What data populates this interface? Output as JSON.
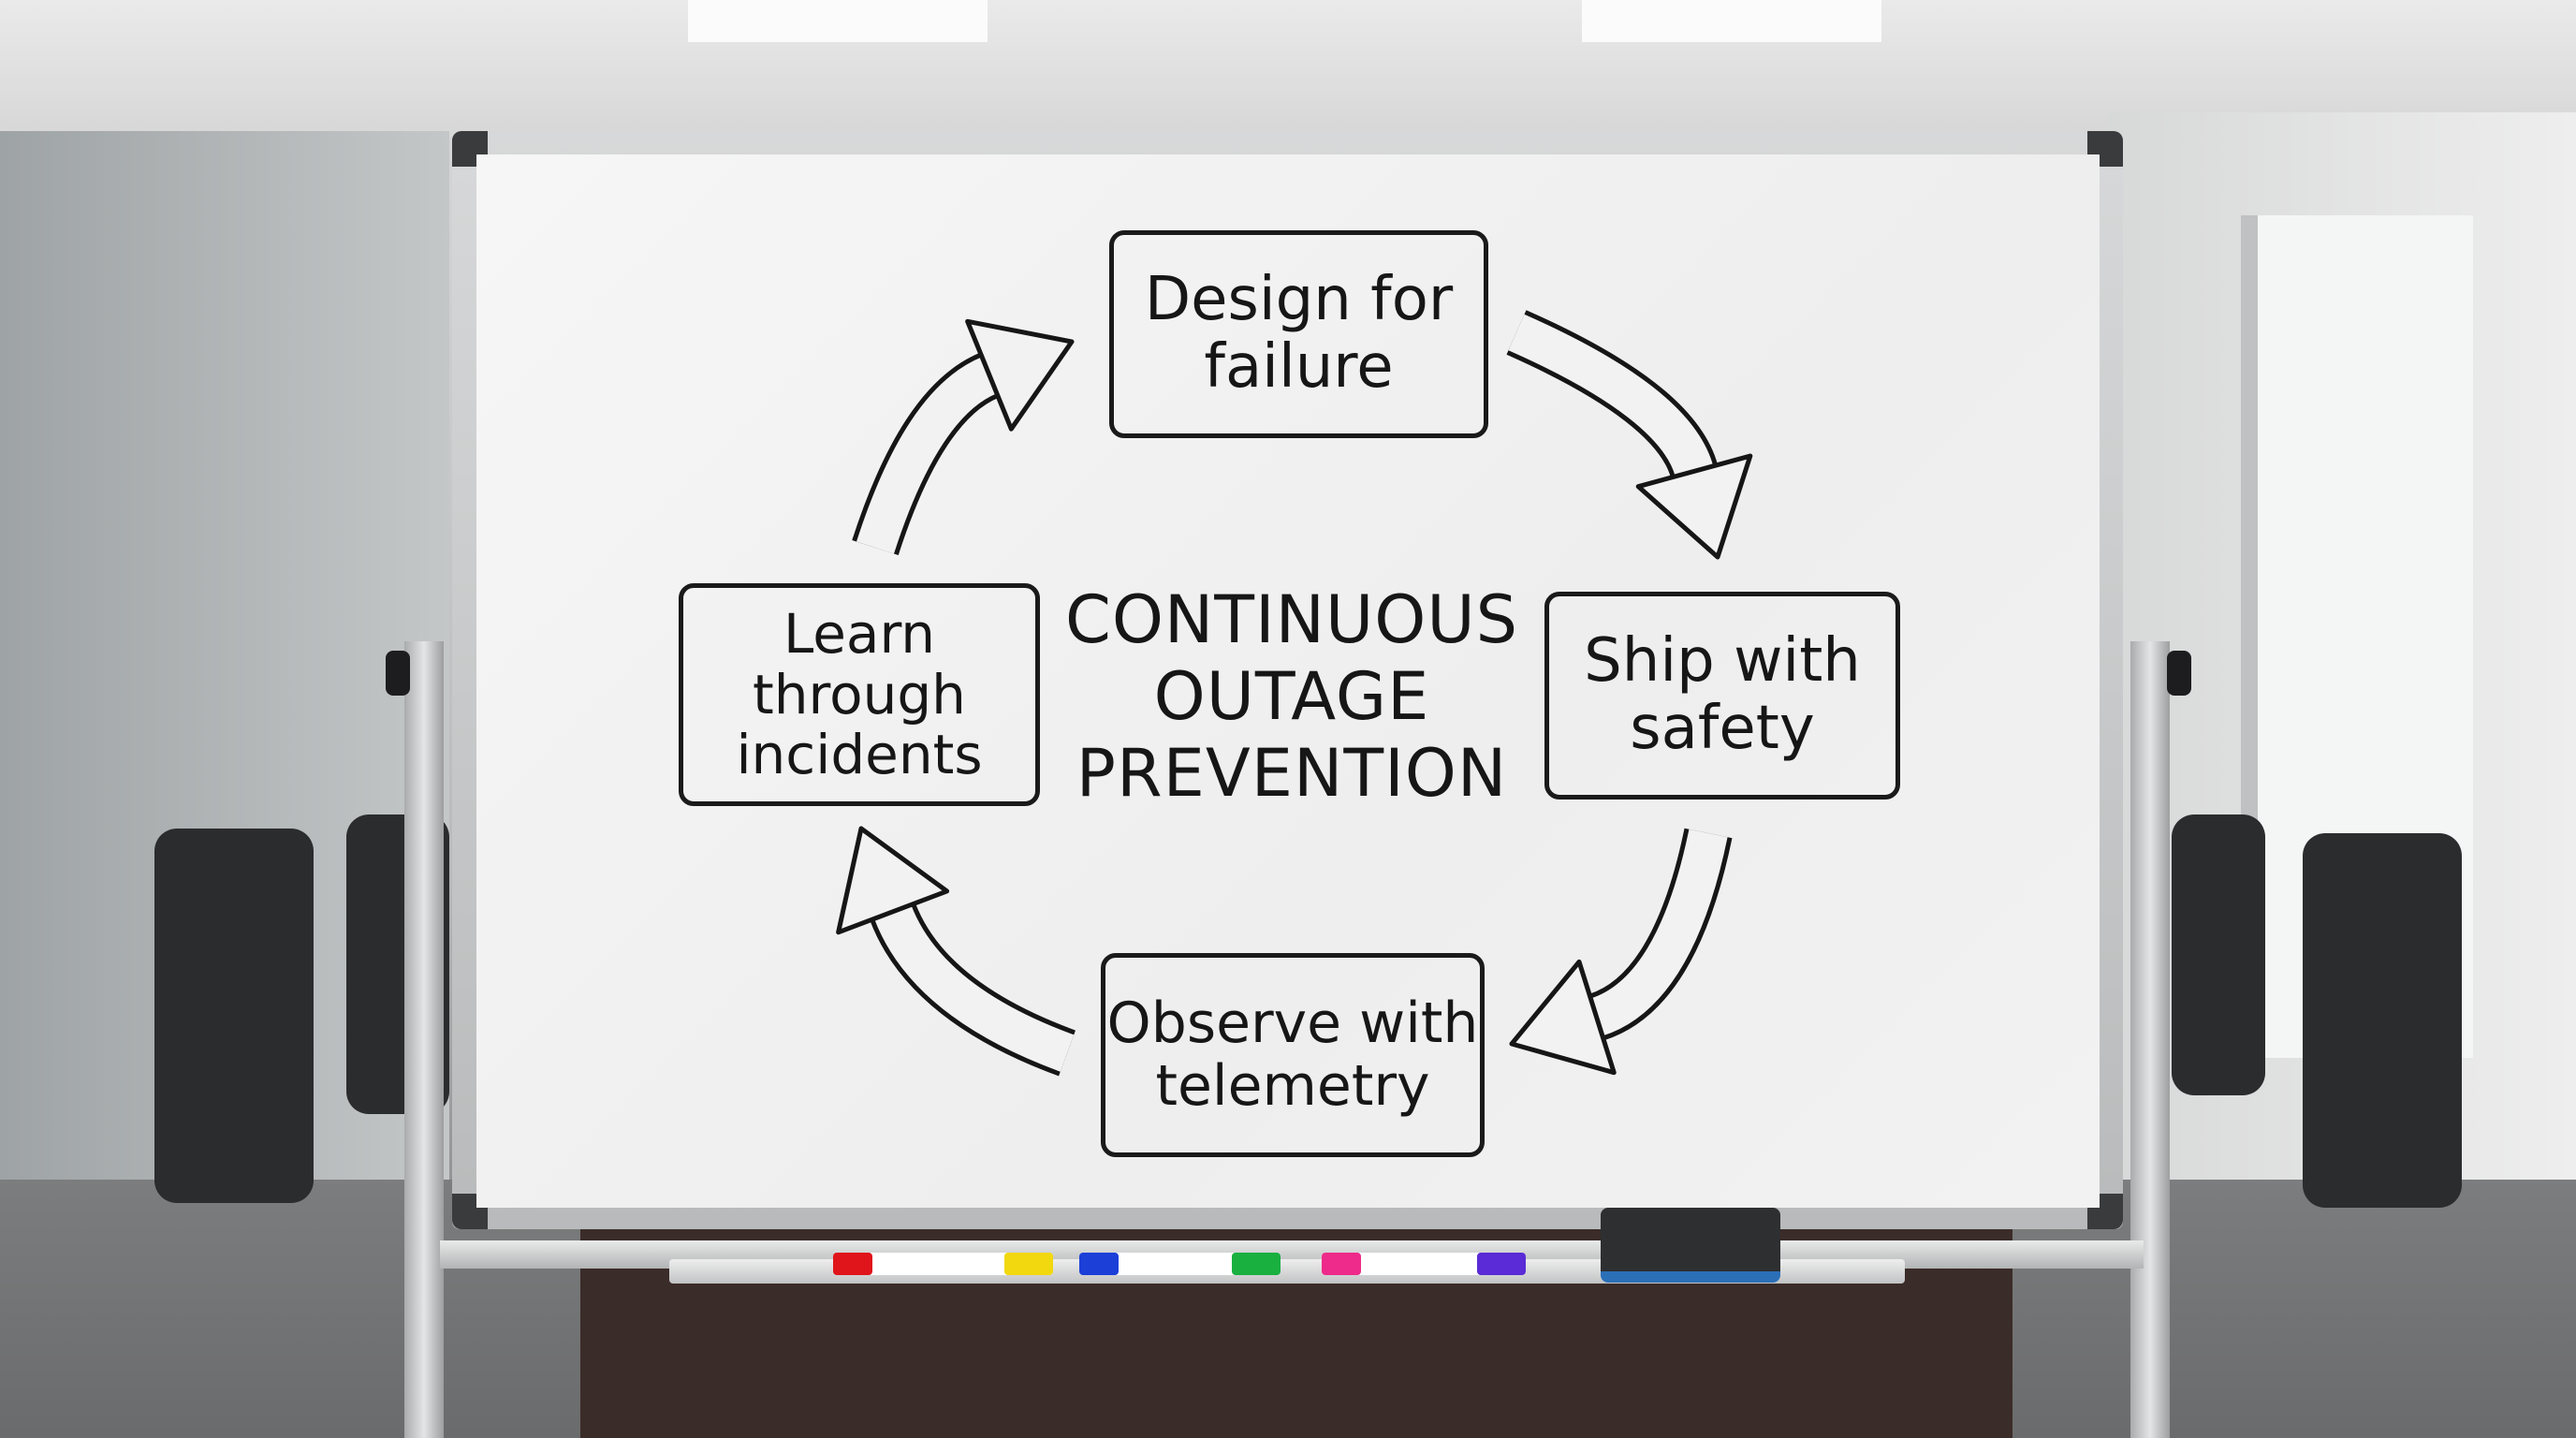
{
  "diagram": {
    "title_lines": [
      "CONTINUOUS",
      "OUTAGE",
      "PREVENTION"
    ],
    "steps": [
      {
        "lines": [
          "Design for",
          "failure"
        ]
      },
      {
        "lines": [
          "Ship with",
          "safety"
        ]
      },
      {
        "lines": [
          "Observe with",
          "telemetry"
        ]
      },
      {
        "lines": [
          "Learn",
          "through",
          "incidents"
        ]
      }
    ],
    "flow": [
      "Design for failure",
      "Ship with safety",
      "Observe with telemetry",
      "Learn through incidents",
      "Design for failure"
    ]
  },
  "markers": [
    {
      "color": "#e0141b"
    },
    {
      "color": "#f2d80e"
    },
    {
      "color": "#1c3fd8"
    },
    {
      "color": "#19b040"
    },
    {
      "color": "#ee2a8a"
    },
    {
      "color": "#5a2bd6"
    }
  ],
  "colors": {
    "ink": "#161616",
    "board": "#f2f2f2",
    "eraser_base": "#2b6fb6"
  }
}
